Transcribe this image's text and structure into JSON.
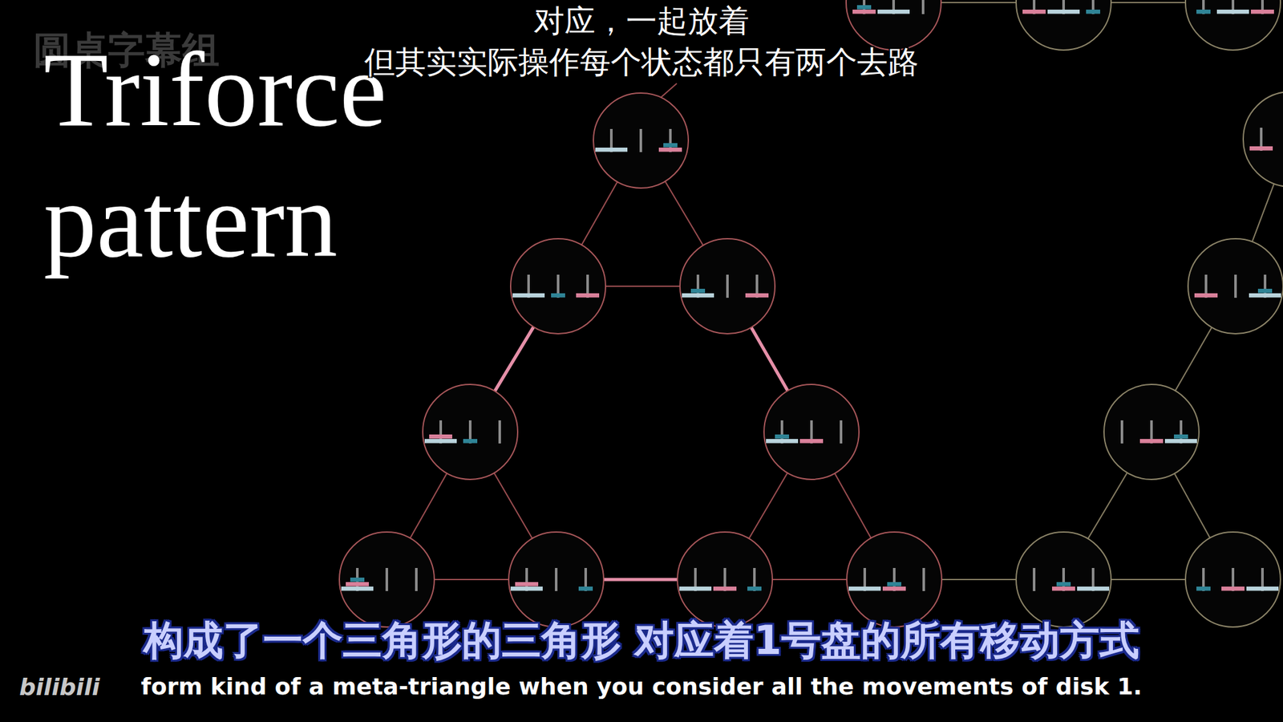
{
  "diagram": {
    "title": "Triforce pattern",
    "labels": [
      "圆桌字幕组",
      "对应，一起放着",
      "但其实实际操作每个状态都只有两个去路",
      "构成了一个三角形的三角形 对应着1号盘的所有移动方式",
      "form kind of a meta-triangle when you consider all the movements of disk 1.",
      "bilibili"
    ]
  }
}
